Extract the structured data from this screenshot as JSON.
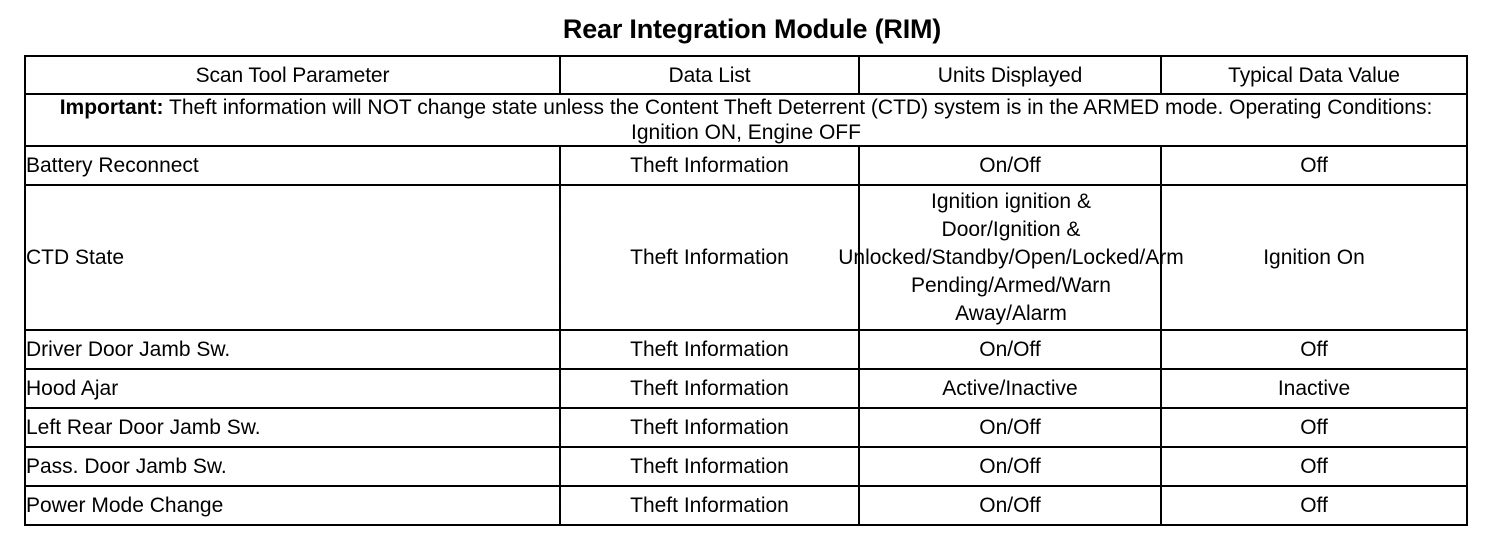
{
  "document": {
    "title": "Rear Integration Module (RIM)"
  },
  "table": {
    "headers": [
      "Scan Tool Parameter",
      "Data List",
      "Units Displayed",
      "Typical Data Value"
    ],
    "note": {
      "lead": "Important:",
      "text": " Theft information will NOT change state unless the Content Theft Deterrent (CTD) system is in the ARMED mode. Operating Conditions: Ignition ON, Engine OFF"
    },
    "rows": [
      {
        "parameter": "Battery Reconnect",
        "data_list": "Theft Information",
        "units": "On/Off",
        "typical_value": "Off"
      },
      {
        "parameter": "CTD State",
        "data_list": "Theft Information",
        "units_lines": [
          "Ignition ignition &",
          "Door/Ignition &",
          "Unlocked/Standby/Open/Locked/Arm",
          "Pending/Armed/Warn",
          "Away/Alarm"
        ],
        "typical_value": "Ignition On"
      },
      {
        "parameter": "Driver Door Jamb Sw.",
        "data_list": "Theft Information",
        "units": "On/Off",
        "typical_value": "Off"
      },
      {
        "parameter": "Hood Ajar",
        "data_list": "Theft Information",
        "units": "Active/Inactive",
        "typical_value": "Inactive"
      },
      {
        "parameter": "Left Rear Door Jamb Sw.",
        "data_list": "Theft Information",
        "units": "On/Off",
        "typical_value": "Off"
      },
      {
        "parameter": "Pass. Door Jamb Sw.",
        "data_list": "Theft Information",
        "units": "On/Off",
        "typical_value": "Off"
      },
      {
        "parameter": "Power Mode Change",
        "data_list": "Theft Information",
        "units": "On/Off",
        "typical_value": "Off"
      }
    ]
  },
  "colors": {
    "text": "#000000",
    "background": "#ffffff",
    "border": "#000000"
  }
}
